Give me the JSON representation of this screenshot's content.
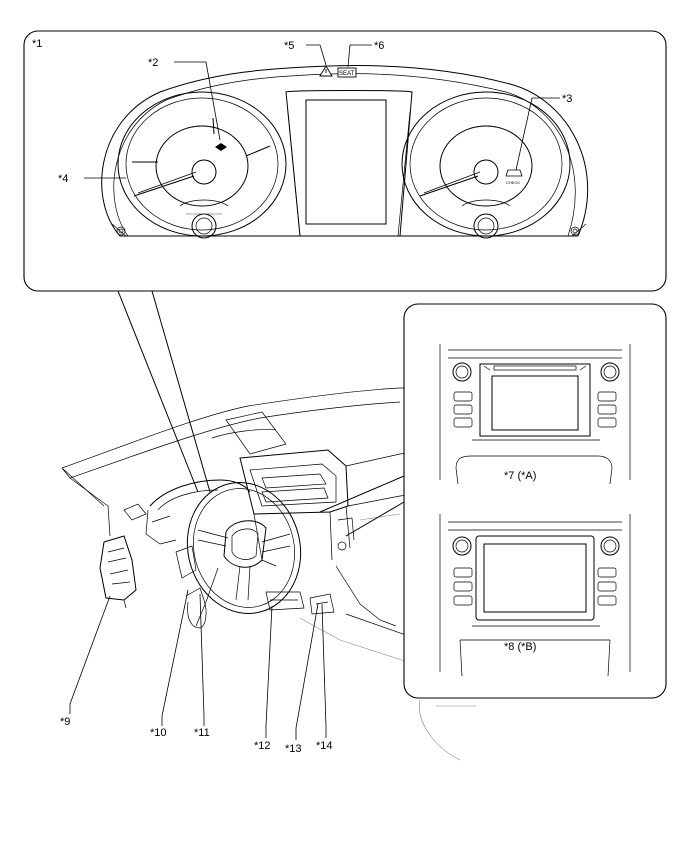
{
  "callouts": {
    "c1": "*1",
    "c2": "*2",
    "c3": "*3",
    "c4": "*4",
    "c5": "*5",
    "c6": "*6",
    "c7": "*7 (*A)",
    "c8": "*8 (*B)",
    "c9": "*9",
    "c10": "*10",
    "c11": "*11",
    "c12": "*12",
    "c13": "*13",
    "c14": "*14"
  },
  "gauge": {
    "seat_indicator_text": "SEAT",
    "check_text": "CHECK"
  },
  "icons": {
    "warning": "warning-triangle-icon",
    "seat": "seat-indicator-icon",
    "check": "check-indicator-icon",
    "indicator": "indicator-icon"
  }
}
